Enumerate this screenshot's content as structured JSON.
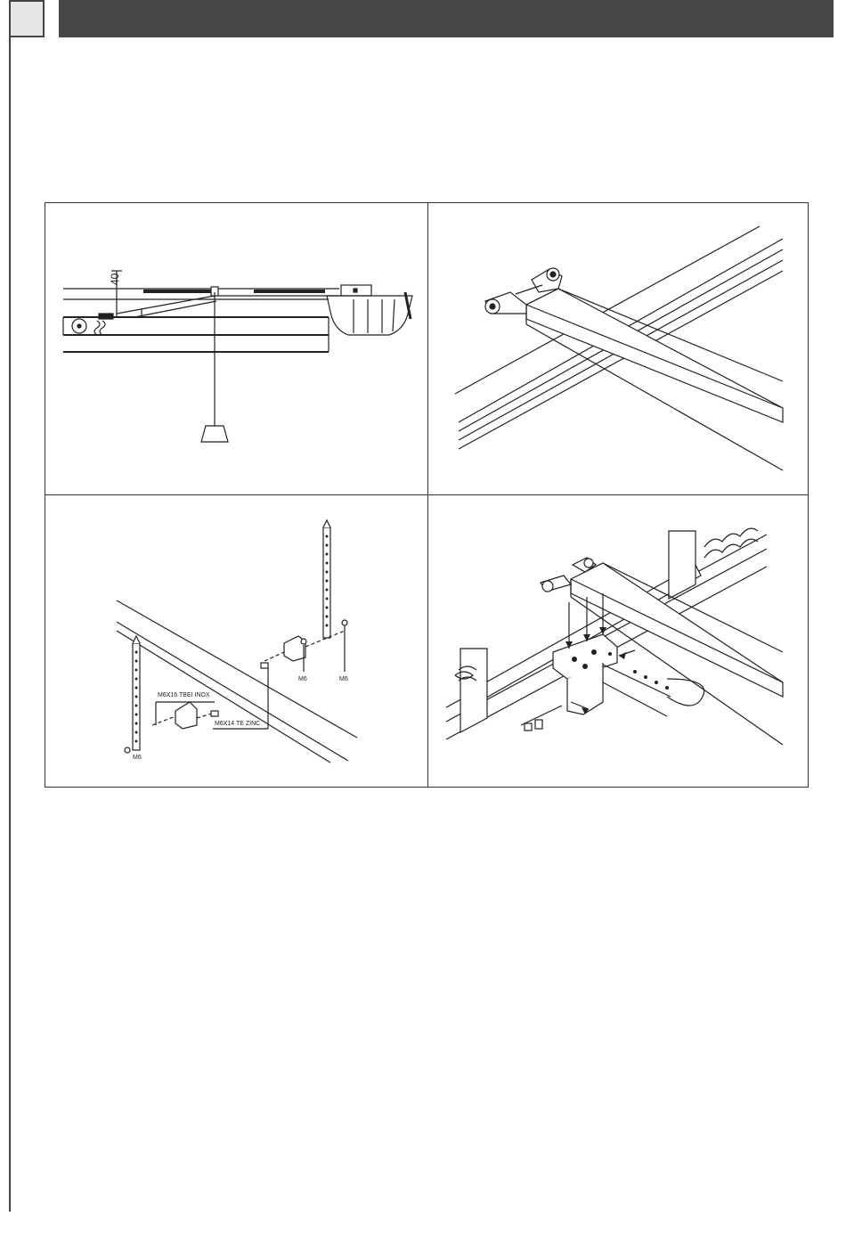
{
  "header": {
    "section_tab": "",
    "title": ""
  },
  "figures": {
    "panel_1": {
      "dimension_label": "40"
    },
    "panel_2": {},
    "panel_3": {
      "screw_label_1": "M6X16 TBEI INOX",
      "screw_label_2": "M6X14 TE ZINC",
      "nut_label_left": "M6",
      "nut_label_mid": "M6",
      "nut_label_right": "M6"
    },
    "panel_4": {}
  },
  "colors": {
    "header_bar": "#464646",
    "line_art": "#222222",
    "tab_fill": "#e6e6e6"
  },
  "icons": [
    "drawing-line-art"
  ]
}
